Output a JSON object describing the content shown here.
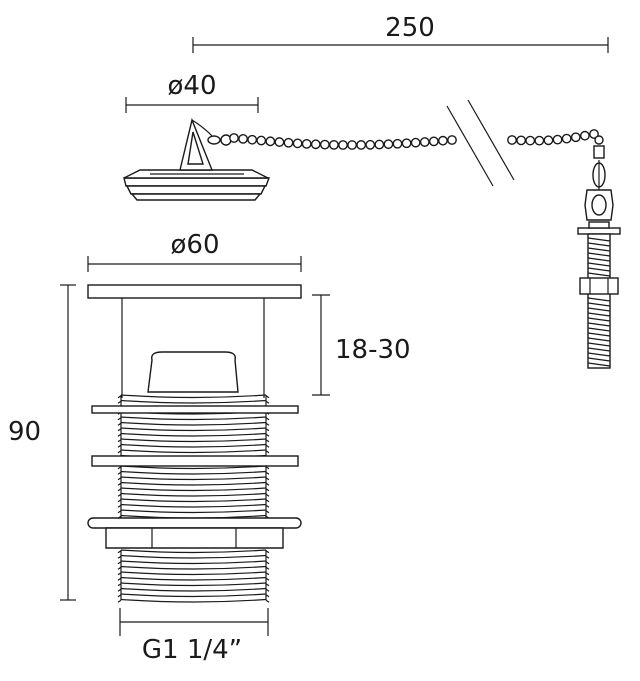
{
  "dimensions": {
    "chain_length": "250",
    "plug_diameter": "ø40",
    "flange_diameter": "ø60",
    "adjust_range": "18-30",
    "total_height": "90",
    "thread_size": "G1 1/4”"
  },
  "colors": {
    "line": "#1a1a1a",
    "background": "#ffffff"
  }
}
